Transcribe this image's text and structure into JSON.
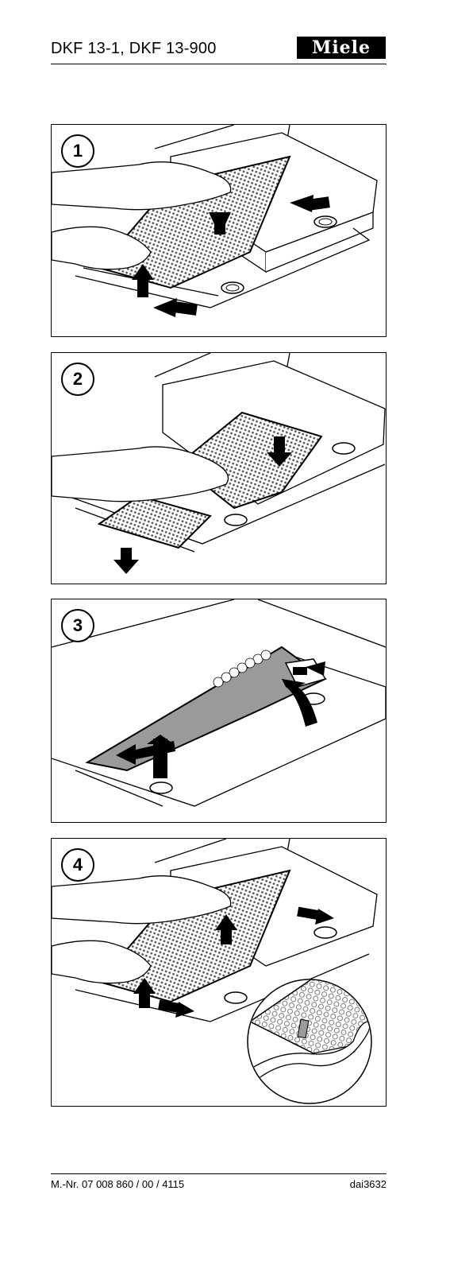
{
  "header": {
    "model": "DKF 13-1, DKF 13-900",
    "brand": "Miele"
  },
  "steps": [
    {
      "number": "1"
    },
    {
      "number": "2"
    },
    {
      "number": "3"
    },
    {
      "number": "4"
    }
  ],
  "footer": {
    "doc_number": "M.-Nr. 07 008 860 / 00 / 4115",
    "image_code": "dai3632"
  },
  "colors": {
    "line": "#000000",
    "filter_gray": "#9a9a9a",
    "mesh": "#555555",
    "paper": "#ffffff"
  }
}
